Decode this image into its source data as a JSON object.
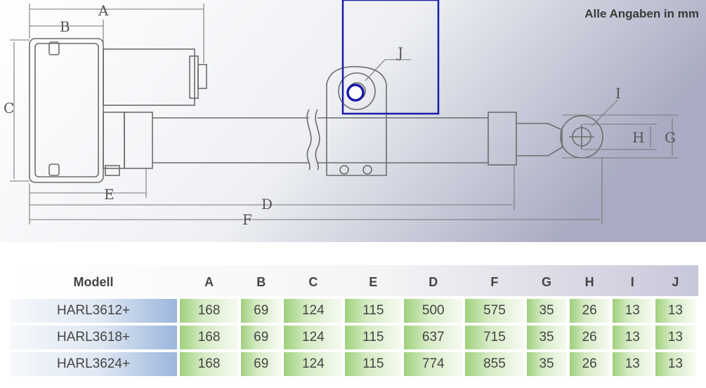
{
  "drawing": {
    "note": "Alle Angaben in mm",
    "labels": [
      "A",
      "B",
      "C",
      "D",
      "E",
      "F",
      "G",
      "H",
      "I",
      "J"
    ]
  },
  "table": {
    "headers": [
      "Modell",
      "A",
      "B",
      "C",
      "E",
      "D",
      "F",
      "G",
      "H",
      "I",
      "J"
    ],
    "rows": [
      [
        "HARL3612+",
        "168",
        "69",
        "124",
        "115",
        "500",
        "575",
        "35",
        "26",
        "13",
        "13"
      ],
      [
        "HARL3618+",
        "168",
        "69",
        "124",
        "115",
        "637",
        "715",
        "35",
        "26",
        "13",
        "13"
      ],
      [
        "HARL3624+",
        "168",
        "69",
        "124",
        "115",
        "774",
        "855",
        "35",
        "26",
        "13",
        "13"
      ]
    ]
  },
  "colors": {
    "highlight_box": "#1a1aa8",
    "value_cells": "#9fd07c",
    "model_cells": "#9bb6dc"
  }
}
